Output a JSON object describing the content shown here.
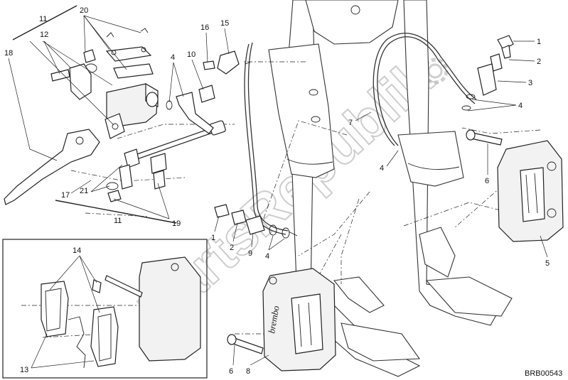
{
  "diagram": {
    "drawing_code": "BRB00543",
    "watermark": "PartsRepublik",
    "callouts": {
      "c1_top": "1",
      "c2_top": "2",
      "c3_top": "3",
      "c4_topright": "4",
      "c5": "5",
      "c6_right": "6",
      "c7": "7",
      "c4_hose": "4",
      "c10": "10",
      "c15": "15",
      "c16": "16",
      "c4_mc": "4",
      "c11_top": "11",
      "c12": "12",
      "c20": "20",
      "c18": "18",
      "c17": "17",
      "c21": "21",
      "c11_bottom": "11",
      "c19": "19",
      "c1_mid": "1",
      "c2_mid": "2",
      "c9": "9",
      "c4_mid": "4",
      "c6_bottom": "6",
      "c8": "8",
      "c14": "14",
      "c13": "13"
    }
  }
}
